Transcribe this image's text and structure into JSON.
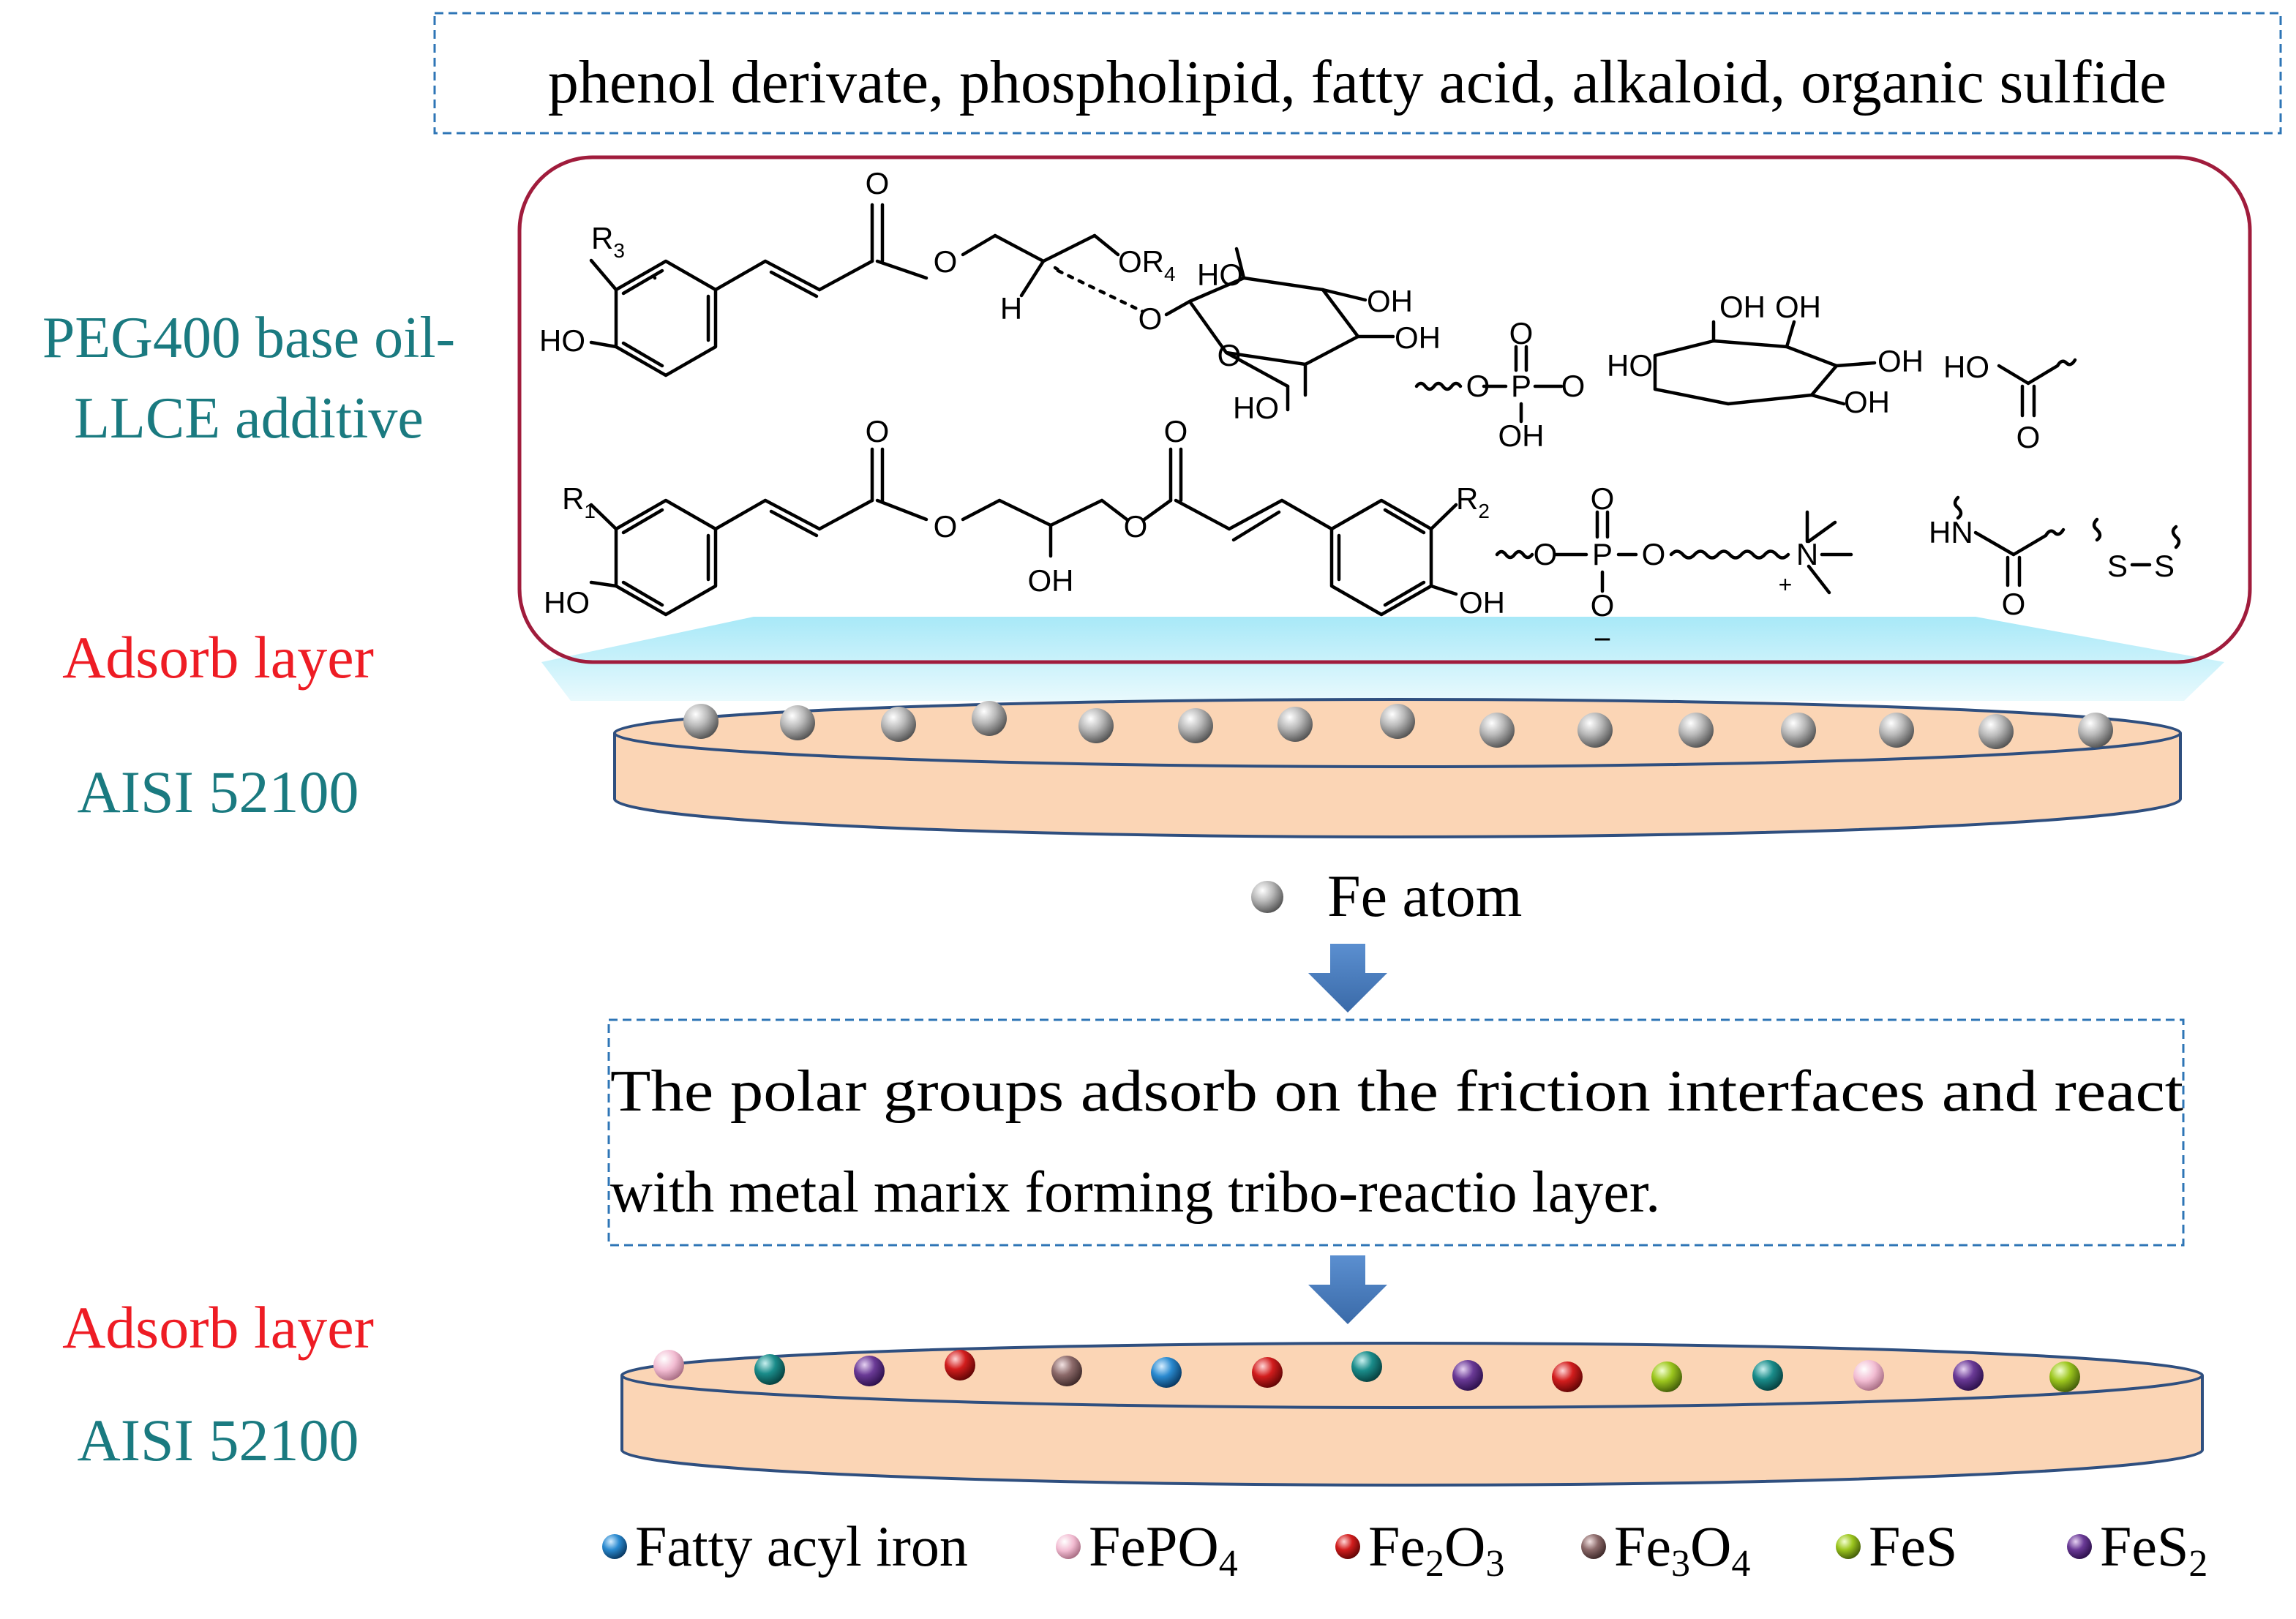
{
  "header_box": {
    "text": "phenol derivate, phospholipid, fatty acid, alkaloid,  organic sulfide"
  },
  "labels": {
    "system_line1": "PEG400 base oil-",
    "system_line2": "LLCE additive",
    "adsorb_top": "Adsorb layer",
    "steel_top": "AISI 52100",
    "adsorb_bottom": "Adsorb layer",
    "steel_bottom": "AISI 52100",
    "fe_atom": "Fe atom"
  },
  "mechanism_box": {
    "line1": "The polar groups adsorb on the friction interfaces and react",
    "line2": "with metal marix forming tribo-reactio layer."
  },
  "molecules": {
    "r3": "R",
    "r3_sub": "3",
    "or4": "OR",
    "or4_sub": "4",
    "r1": "R",
    "r1_sub": "1",
    "r2": "R",
    "r2_sub": "2",
    "o": "O",
    "ho": "HO",
    "oh": "OH",
    "h": "H",
    "p": "P",
    "n": "N",
    "hn": "HN",
    "s": "S",
    "plus": "+",
    "minus": "−"
  },
  "legend": [
    {
      "name": "Fatty acyl iron",
      "base": "Fatty acyl iron",
      "subs": [],
      "color": "#2e86c1"
    },
    {
      "name": "FePO4",
      "base": "FePO",
      "subs": [
        "4"
      ],
      "color": "#f2b6cf"
    },
    {
      "name": "Fe2O3",
      "base": "Fe",
      "subs": [
        "2",
        "O",
        "3"
      ],
      "color": "#cc1a1a"
    },
    {
      "name": "Fe3O4",
      "base": "Fe",
      "subs": [
        "3",
        "O",
        "4"
      ],
      "color": "#8a6565"
    },
    {
      "name": "FeS",
      "base": "FeS",
      "subs": [],
      "color": "#9bc41f"
    },
    {
      "name": "FeS2",
      "base": "FeS",
      "subs": [
        "2"
      ],
      "color": "#5e2a8a"
    }
  ],
  "colors": {
    "teal_text": "#1a7a80",
    "red_text": "#ee1c24",
    "frame": "#a01c3c",
    "dash": "#2e75b6",
    "disk_fill": "#fbd5b5",
    "disk_stroke": "#2f4f7f",
    "arrow": "#4a7ebb",
    "fe_ball": "#9e9e9e",
    "cyan_band": "#9ee8f6"
  }
}
